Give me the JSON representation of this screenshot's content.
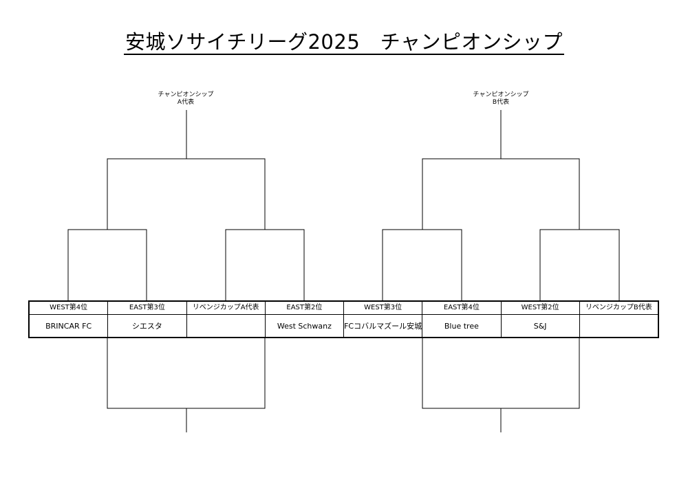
{
  "title": "安城ソサイチリーグ2025　チャンピオンシップ",
  "bracket_a": {
    "winner_line1": "チャンピオンシップ",
    "winner_line2": "A代表"
  },
  "bracket_b": {
    "winner_line1": "チャンピオンシップ",
    "winner_line2": "B代表"
  },
  "slots": [
    {
      "seed": "WEST第4位",
      "team": "BRINCAR FC"
    },
    {
      "seed": "EAST第3位",
      "team": "シエスタ"
    },
    {
      "seed": "リベンジカップA代表",
      "team": ""
    },
    {
      "seed": "EAST第2位",
      "team": "West Schwanz"
    },
    {
      "seed": "WEST第3位",
      "team": "FCコバルマズール安城"
    },
    {
      "seed": "EAST第4位",
      "team": "Blue tree"
    },
    {
      "seed": "WEST第2位",
      "team": "S&J"
    },
    {
      "seed": "リベンジカップB代表",
      "team": ""
    }
  ]
}
